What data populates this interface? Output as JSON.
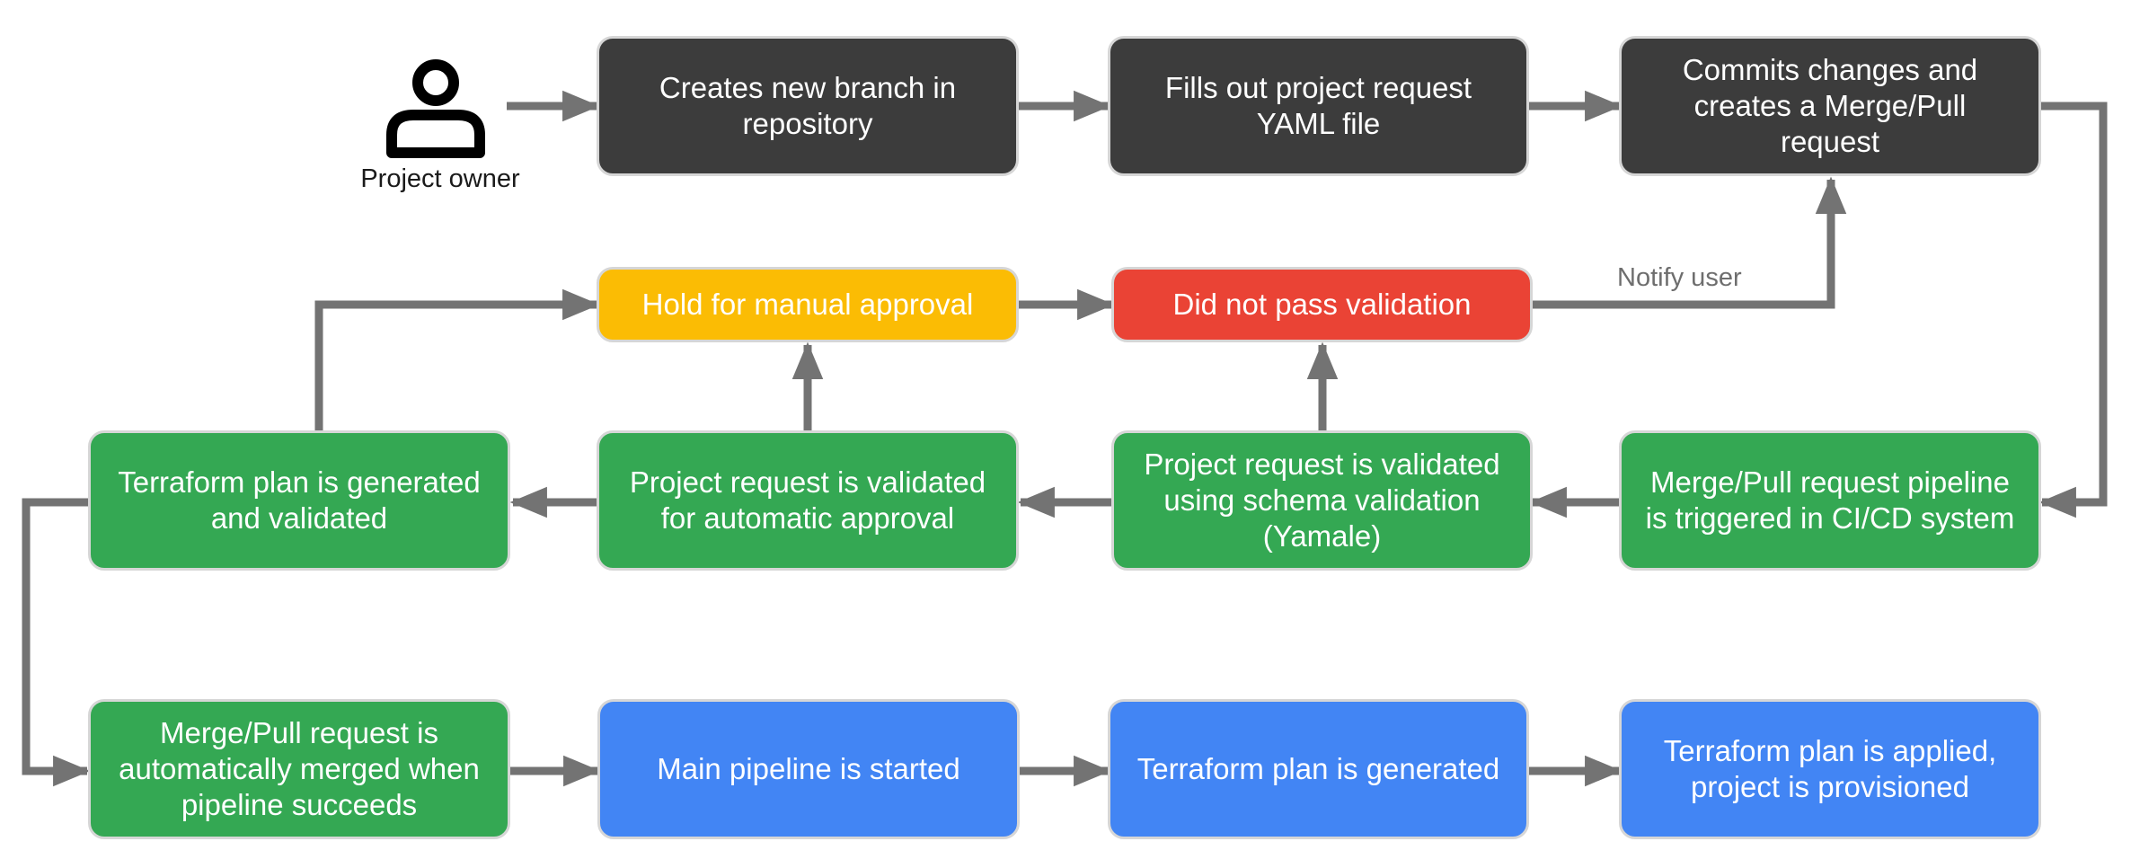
{
  "actor": {
    "icon": "person-icon",
    "label": "Project owner"
  },
  "edge_label": {
    "notify": "Notify user"
  },
  "nodes": {
    "create_branch": "Creates new branch in repository",
    "fill_yaml": "Fills out project request YAML file",
    "commit_mr": "Commits changes and creates a Merge/Pull request",
    "hold_manual": "Hold for manual approval",
    "failed_validation": "Did not pass validation",
    "tf_plan_validated": "Terraform plan is generated and validated",
    "validated_auto": "Project request is validated for automatic approval",
    "validated_schema": "Project request is validated using schema validation (Yamale)",
    "mr_pipeline": "Merge/Pull request pipeline is triggered in CI/CD system",
    "auto_merged": "Merge/Pull request is automatically merged when pipeline succeeds",
    "main_pipeline": "Main pipeline is started",
    "tf_plan_generated": "Terraform plan is generated",
    "tf_applied": "Terraform plan is applied, project is provisioned"
  },
  "colors": {
    "dark": "#3c3c3c",
    "yellow": "#fbbc04",
    "red": "#ea4335",
    "green": "#34a853",
    "blue": "#4285f4",
    "arrow": "#737373"
  }
}
